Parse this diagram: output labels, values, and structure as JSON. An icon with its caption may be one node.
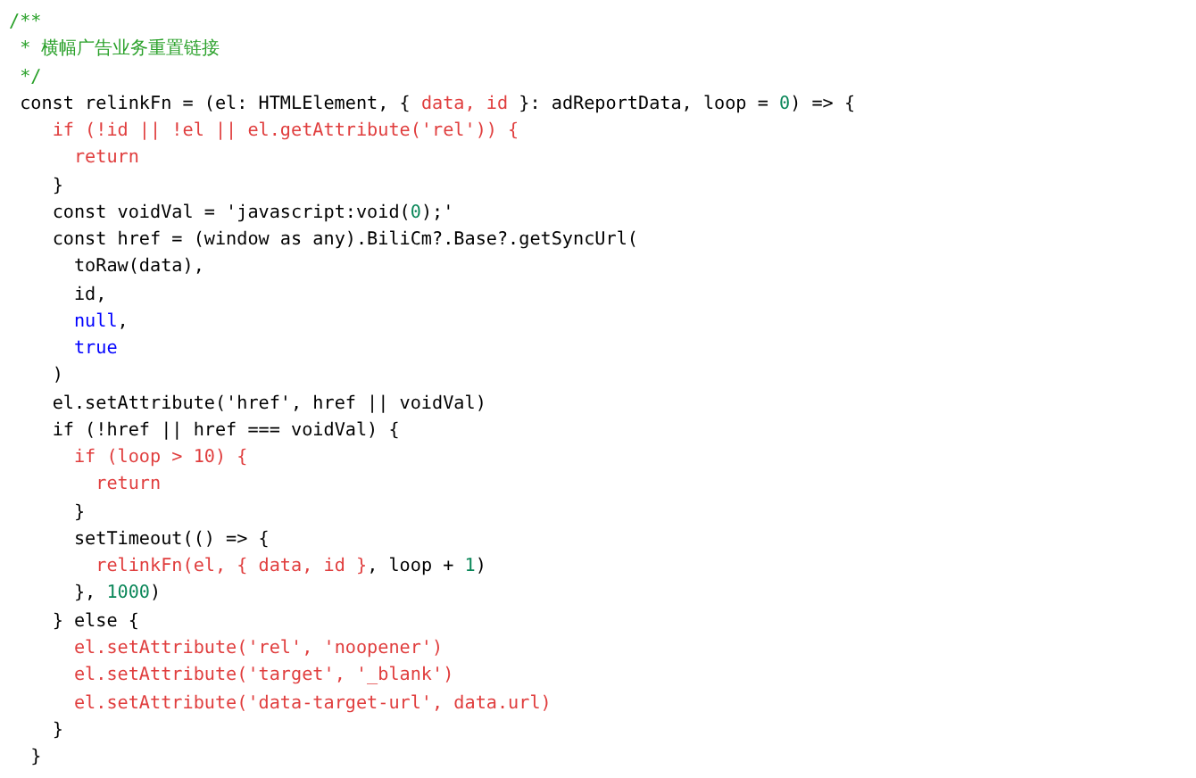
{
  "diagram": {
    "labels": [
      "/**",
      "* 横幅广告业务重置链接",
      "*/",
      "const relinkFn = (el: HTMLElement, { data, id }: adReportData, loop = 0) => {",
      "if (!id || !el || el.getAttribute('rel')) {",
      "return",
      "}",
      "const voidVal = 'javascript:void(0);'",
      "const href = (window as any).BiliCm?.Base?.getSyncUrl(",
      "toRaw(data),",
      "id,",
      "null,",
      "true",
      ")",
      "el.setAttribute('href', href || voidVal)",
      "if (!href || href === voidVal) {",
      "if (loop > 10) {",
      "return",
      "}",
      "setTimeout(() => {",
      "relinkFn(el, { data, id }, loop + 1)",
      "}, 1000)",
      "} else {",
      "el.setAttribute('rel', 'noopener')",
      "el.setAttribute('target', '_blank')",
      "el.setAttribute('data-target-url', data.url)",
      "}",
      "}"
    ]
  }
}
